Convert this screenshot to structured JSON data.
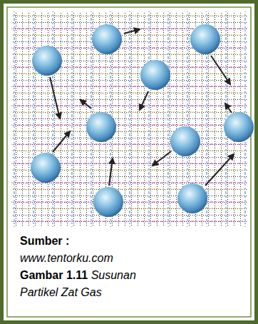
{
  "diagram": {
    "labels": [
      "Sumber :",
      "www.tentorku.com",
      "Gambar 1.11",
      "Susunan Partikel Zat Gas"
    ]
  }
}
